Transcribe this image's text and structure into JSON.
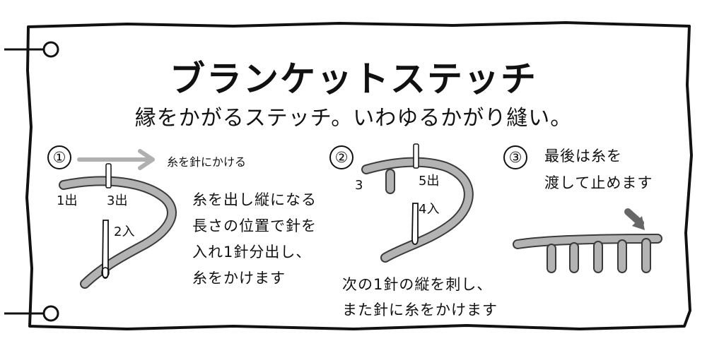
{
  "title": "ブランケットステッチ",
  "subtitle": "縁をかがるステッチ。いわゆるかがり縫い。",
  "steps": [
    {
      "number": "①",
      "arrow_note": "糸を針にかける",
      "labels": {
        "out1": "1出",
        "out3": "3出",
        "in2": "2入"
      },
      "text": [
        "糸を出し縦になる",
        "長さの位置で針を",
        "入れ1針分出し、",
        "糸をかけます"
      ]
    },
    {
      "number": "②",
      "labels": {
        "p3": "3",
        "out5": "5出",
        "in4": "4入"
      },
      "text": [
        "次の1針の縦を刺し、",
        "また針に糸をかけます"
      ]
    },
    {
      "number": "③",
      "text": [
        "最後は糸を",
        "渡して止めます"
      ]
    }
  ],
  "colors": {
    "thread": "#b3b3b3",
    "thread_outline": "#3a3a3a",
    "arrow": "#b0b0b0",
    "ink": "#111111",
    "background": "#ffffff"
  }
}
